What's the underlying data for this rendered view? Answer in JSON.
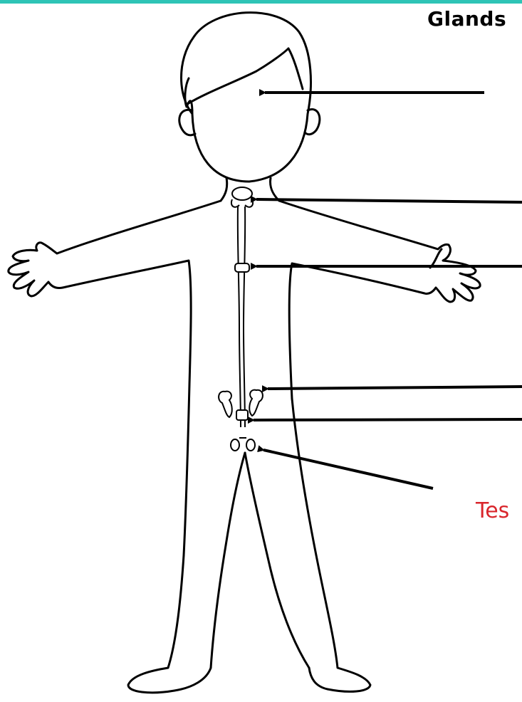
{
  "header": {
    "title": "Glands",
    "bar_color": "#2ec4b6"
  },
  "labels": {
    "testes_partial": "Tes",
    "testes_color": "#d9262c"
  },
  "diagram": {
    "subject": "human-body-outline",
    "arrows": [
      {
        "name": "pituitary-arrow"
      },
      {
        "name": "thyroid-arrow"
      },
      {
        "name": "thymus-arrow"
      },
      {
        "name": "adrenal-arrow"
      },
      {
        "name": "pancreas-arrow"
      },
      {
        "name": "testes-arrow"
      }
    ]
  }
}
